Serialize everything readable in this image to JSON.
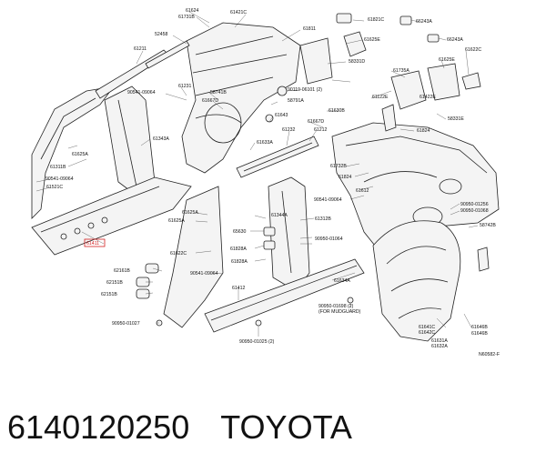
{
  "caption": {
    "part_number": "6140120250",
    "brand": "TOYOTA"
  },
  "highlight_color": "#d22020",
  "callouts": [
    "61624",
    "61731B",
    "61421C",
    "61811",
    "61821C",
    "66243A",
    "52458",
    "61625E",
    "66243A",
    "61211",
    "58331D",
    "61622C",
    "61231",
    "61735A",
    "61625E",
    "90541-09064",
    "58741B",
    "90119-06101 (2)",
    "61122E",
    "61422E",
    "61667D",
    "58791A",
    "61630B",
    "58331E",
    "61343A",
    "61643",
    "61667D",
    "61824",
    "61625A",
    "61633A",
    "61232",
    "61212",
    "61311B",
    "61732B",
    "90541-09064",
    "61824",
    "61521C",
    "61612",
    "90541-09064",
    "90950-01256",
    "61625A",
    "61344A",
    "61312B",
    "90950-01068",
    "58742B",
    "65630",
    "61828A",
    "90950-01064",
    "61622C",
    "61828A",
    "61634A",
    "62161B",
    "90541-09064",
    "61411",
    "62151B",
    "61412",
    "62151B",
    "90950-01698 (2)",
    "(FOR MUDGUARD)",
    "90950-01027",
    "61641C",
    "61642C",
    "61646B",
    "61631A",
    "61632A",
    "90950-01025 (2)",
    "N60582-F"
  ]
}
